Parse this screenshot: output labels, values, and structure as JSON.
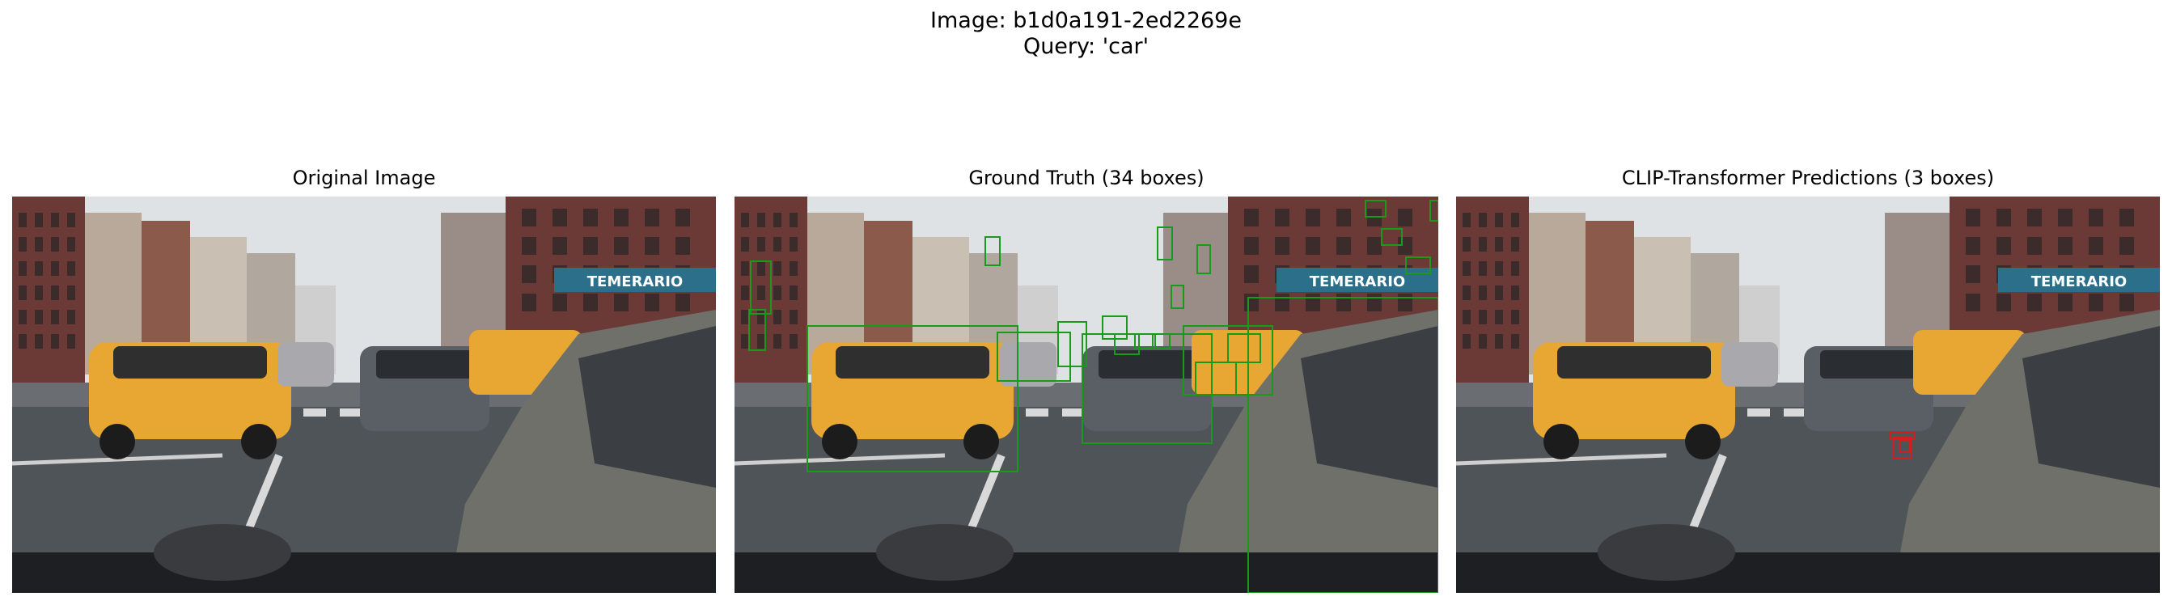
{
  "figure": {
    "image_label": "Image: b1d0a191-2ed2269e",
    "query_label": "Query: 'car'"
  },
  "panels": [
    {
      "title": "Original Image"
    },
    {
      "title": "Ground Truth (34 boxes)"
    },
    {
      "title": "CLIP-Transformer Predictions (3 boxes)"
    }
  ],
  "scene": {
    "store_sign": "TEMERARIO",
    "taxi_color": "#e8a733",
    "sky_color": "#dfe2e5",
    "road_color": "#4f5459",
    "building_brick": "#6b3a36",
    "sign_blue": "#2c6f8a"
  },
  "annotations": {
    "ground_truth_color": "#1a9a1a",
    "prediction_color": "#d11f1f",
    "box_count_ground_truth": 34,
    "box_count_predicted": 3
  }
}
